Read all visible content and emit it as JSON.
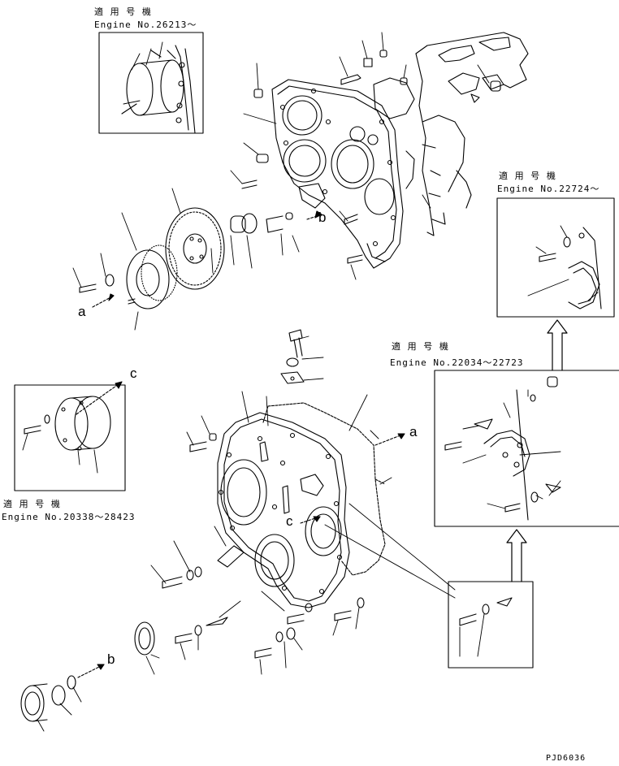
{
  "inset_top": {
    "applicability": "適 用 号 機",
    "engine": "Engine No.26213～"
  },
  "inset_right_top": {
    "applicability": "適 用 号 機",
    "engine": "Engine No.22724～"
  },
  "inset_right_mid": {
    "applicability": "適 用 号 機",
    "engine": "Engine No.22034～22723"
  },
  "inset_left": {
    "applicability": "適 用 号 機",
    "engine": "Engine No.20338～28423"
  },
  "callouts": {
    "a": "a",
    "b": "b",
    "c": "c"
  },
  "footer": {
    "drawing_code": "PJD6036"
  }
}
